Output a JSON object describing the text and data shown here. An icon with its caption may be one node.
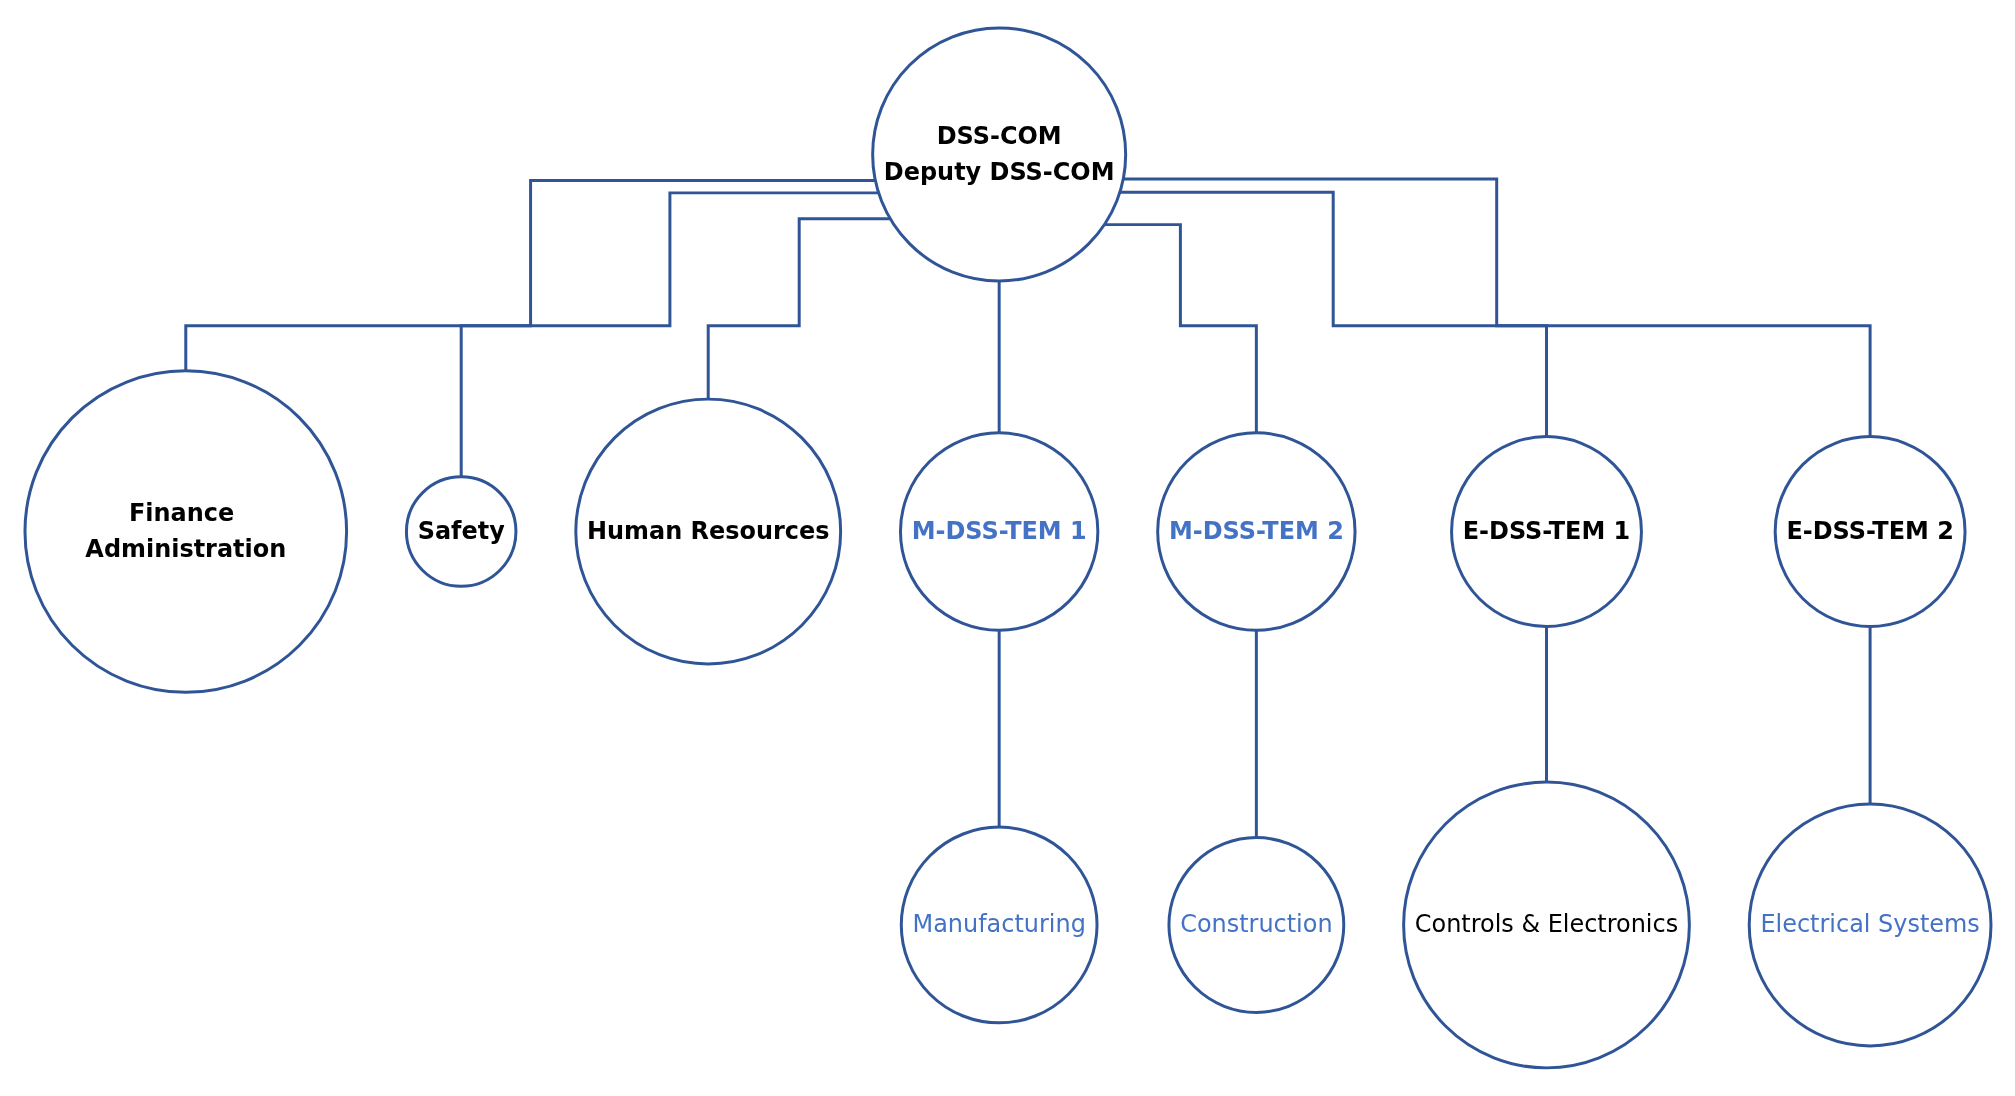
{
  "diagram": {
    "nodes": [
      {
        "text": [
          "DSS-COM",
          "Deputy DSS-COM"
        ]
      },
      {
        "text": [
          "Finance Administration"
        ]
      },
      {
        "text": [
          "Safety"
        ]
      },
      {
        "text": [
          "Human Resources"
        ]
      },
      {
        "text": [
          "M-DSS-TEM 1"
        ]
      },
      {
        "text": [
          "M-DSS-TEM 2"
        ]
      },
      {
        "text": [
          "E-DSS-TEM 1"
        ]
      },
      {
        "text": [
          "E-DSS-TEM 2"
        ]
      },
      {
        "text": [
          "Manufacturing"
        ]
      },
      {
        "text": [
          "Construction"
        ]
      },
      {
        "text": [
          "Controls & Electronics"
        ]
      },
      {
        "text": [
          "Electrical Systems"
        ]
      }
    ],
    "edges": [
      {
        "from": 0,
        "to": 1,
        "arrow": "none"
      },
      {
        "from": 0,
        "to": 2,
        "arrow": "none"
      },
      {
        "from": 0,
        "to": 3,
        "arrow": "none"
      },
      {
        "from": 0,
        "to": 4,
        "arrow": "none"
      },
      {
        "from": 0,
        "to": 5,
        "arrow": "none"
      },
      {
        "from": 0,
        "to": 6,
        "arrow": "none"
      },
      {
        "from": 0,
        "to": 7,
        "arrow": "none"
      },
      {
        "from": 4,
        "to": 8,
        "arrow": "none"
      },
      {
        "from": 5,
        "to": 9,
        "arrow": "none"
      },
      {
        "from": 6,
        "to": 10,
        "arrow": "none"
      },
      {
        "from": 7,
        "to": 11,
        "arrow": "none"
      }
    ]
  }
}
